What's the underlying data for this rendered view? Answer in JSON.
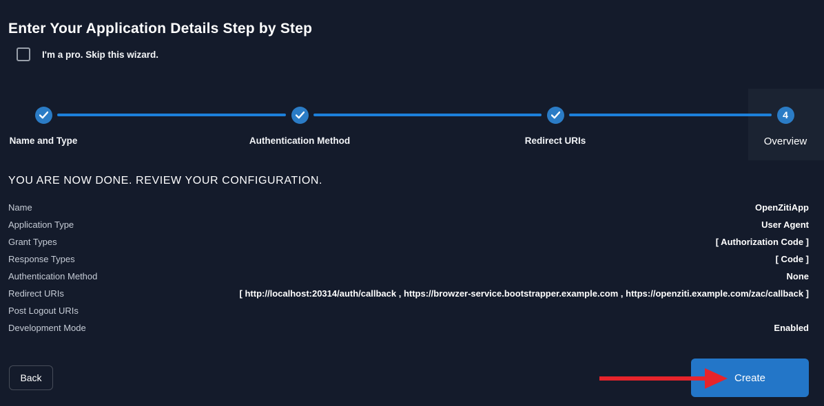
{
  "page": {
    "title": "Enter Your Application Details Step by Step",
    "skip_checkbox_label": "I'm a pro. Skip this wizard.",
    "skip_checkbox_checked": false
  },
  "stepper": {
    "steps": [
      {
        "label": "Name and Type",
        "state": "done",
        "indicator": "check"
      },
      {
        "label": "Authentication Method",
        "state": "done",
        "indicator": "check"
      },
      {
        "label": "Redirect URIs",
        "state": "done",
        "indicator": "check"
      },
      {
        "label": "Overview",
        "state": "current",
        "indicator": "4"
      }
    ]
  },
  "review": {
    "heading": "YOU ARE NOW DONE. REVIEW YOUR CONFIGURATION.",
    "rows": [
      {
        "label": "Name",
        "value": "OpenZitiApp"
      },
      {
        "label": "Application Type",
        "value": "User Agent"
      },
      {
        "label": "Grant Types",
        "value": "[ Authorization Code ]"
      },
      {
        "label": "Response Types",
        "value": "[ Code ]"
      },
      {
        "label": "Authentication Method",
        "value": "None"
      },
      {
        "label": "Redirect URIs",
        "value": "[ http://localhost:20314/auth/callback , https://browzer-service.bootstrapper.example.com , https://openziti.example.com/zac/callback ]"
      },
      {
        "label": "Post Logout URIs",
        "value": ""
      },
      {
        "label": "Development Mode",
        "value": "Enabled"
      }
    ]
  },
  "actions": {
    "back_label": "Back",
    "create_label": "Create"
  },
  "annotation": {
    "type": "arrow",
    "points_to": "create-button",
    "color": "#e7242b"
  },
  "colors": {
    "background": "#141b2b",
    "active_step_panel": "#1b2332",
    "step_circle_blue": "#2b7cc6",
    "stepper_line_blue": "#1d80da",
    "create_button_blue": "#2376c8",
    "annotation_arrow_red": "#e7242b"
  }
}
